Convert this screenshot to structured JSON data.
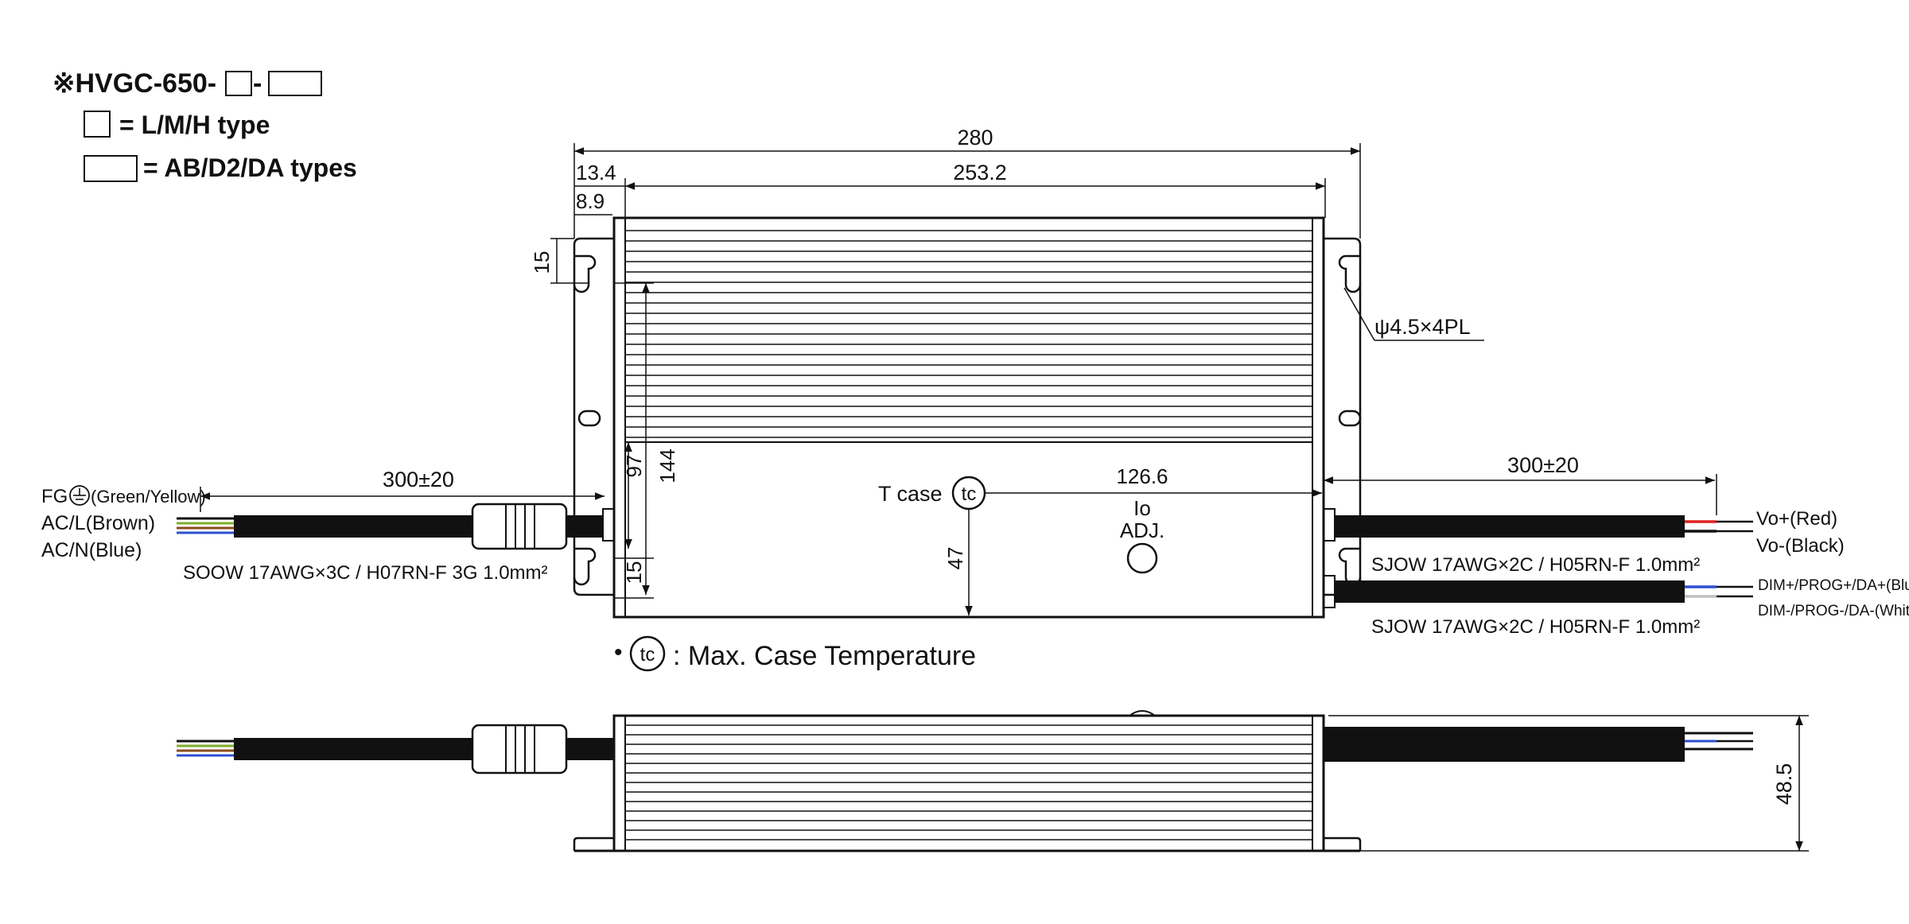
{
  "model": {
    "prefix": "※HVGC-650-",
    "sep": "-",
    "legend1": "= L/M/H type",
    "legend2": "= AB/D2/DA types"
  },
  "dims": {
    "d280": "280",
    "d253": "253.2",
    "d134": "13.4",
    "d89": "8.9",
    "d15a": "15",
    "d97": "97",
    "d144": "144",
    "d15b": "15",
    "d47": "47",
    "d1266": "126.6",
    "d485": "48.5",
    "hole": "ψ4.5×4PL",
    "cable_left": "300±20",
    "cable_right": "300±20"
  },
  "labels": {
    "fg": "FG",
    "fg_color": "(Green/Yellow)",
    "acl": "AC/L(Brown)",
    "acn": "AC/N(Blue)",
    "soow": "SOOW 17AWG×3C / H07RN-F 3G 1.0mm²",
    "sjow1": "SJOW 17AWG×2C / H05RN-F 1.0mm²",
    "sjow2": "SJOW 17AWG×2C / H05RN-F 1.0mm²",
    "vo_plus": "Vo+(Red)",
    "vo_minus": "Vo-(Black)",
    "dim_plus": "DIM+/PROG+/DA+(Blue)",
    "dim_minus": "DIM-/PROG-/DA-(White)",
    "tcase": "T case",
    "tc": "tc",
    "tc2": "tc",
    "io": "Io",
    "adj": "ADJ.",
    "bullet": "•",
    "max_case": ": Max. Case Temperature"
  },
  "colors": {
    "green_yellow": "#7fae2a",
    "brown": "#8b4a1c",
    "blue": "#2d4fd1",
    "red": "#e02020",
    "black": "#111111",
    "white_wire": "#bfbfbf"
  }
}
